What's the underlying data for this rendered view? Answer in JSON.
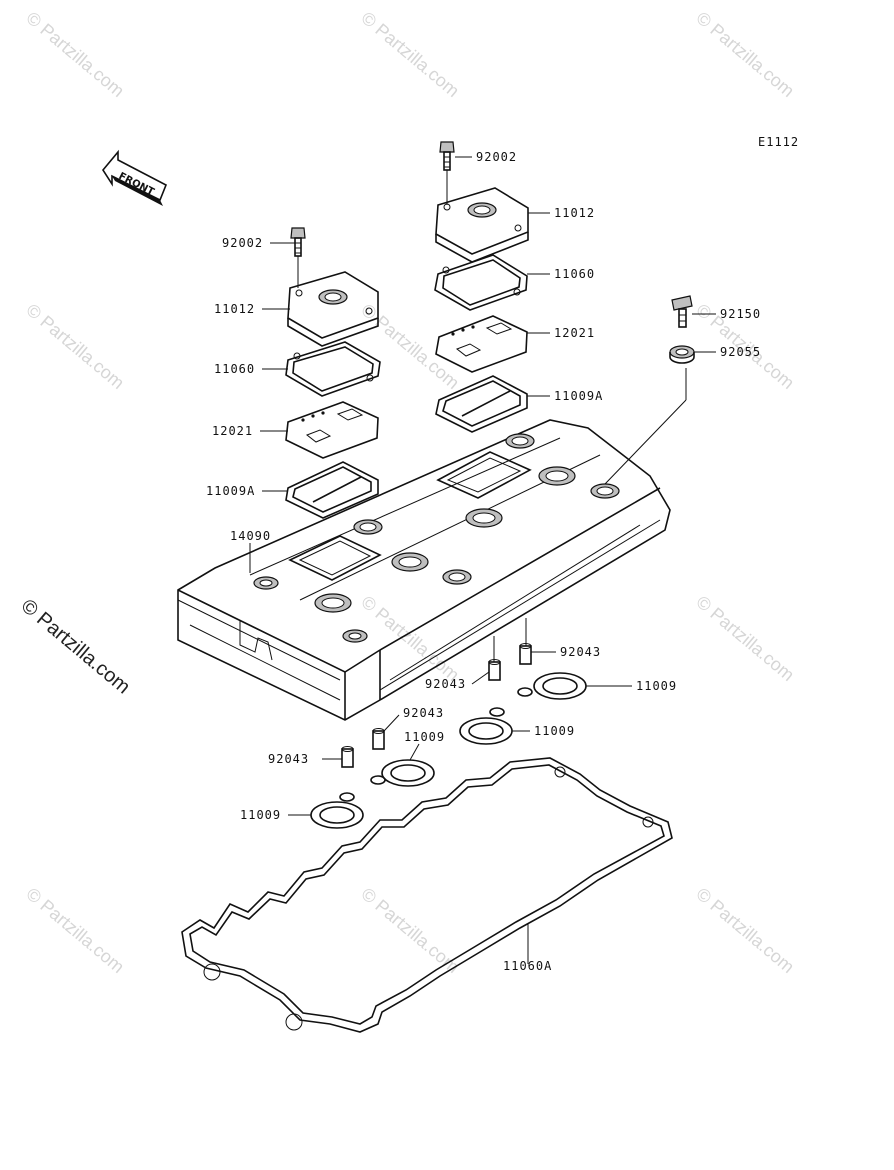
{
  "diagram": {
    "code": "E1112",
    "front_label": "FRONT",
    "watermark_text": "© Partzilla.com",
    "side_watermark_text": "© Partzilla.com",
    "callouts": [
      {
        "id": "c01",
        "text": "92002"
      },
      {
        "id": "c02",
        "text": "11012"
      },
      {
        "id": "c03",
        "text": "11060"
      },
      {
        "id": "c04",
        "text": "12021"
      },
      {
        "id": "c05",
        "text": "11009A"
      },
      {
        "id": "c06",
        "text": "92002"
      },
      {
        "id": "c07",
        "text": "11012"
      },
      {
        "id": "c08",
        "text": "11060"
      },
      {
        "id": "c09",
        "text": "12021"
      },
      {
        "id": "c10",
        "text": "11009A"
      },
      {
        "id": "c11",
        "text": "92150"
      },
      {
        "id": "c12",
        "text": "92055"
      },
      {
        "id": "c13",
        "text": "14090"
      },
      {
        "id": "c14",
        "text": "92043"
      },
      {
        "id": "c15",
        "text": "11009"
      },
      {
        "id": "c16",
        "text": "92043"
      },
      {
        "id": "c17",
        "text": "11009"
      },
      {
        "id": "c18",
        "text": "92043"
      },
      {
        "id": "c19",
        "text": "11009"
      },
      {
        "id": "c20",
        "text": "92043"
      },
      {
        "id": "c21",
        "text": "11009"
      },
      {
        "id": "c22",
        "text": "11060A"
      }
    ]
  }
}
